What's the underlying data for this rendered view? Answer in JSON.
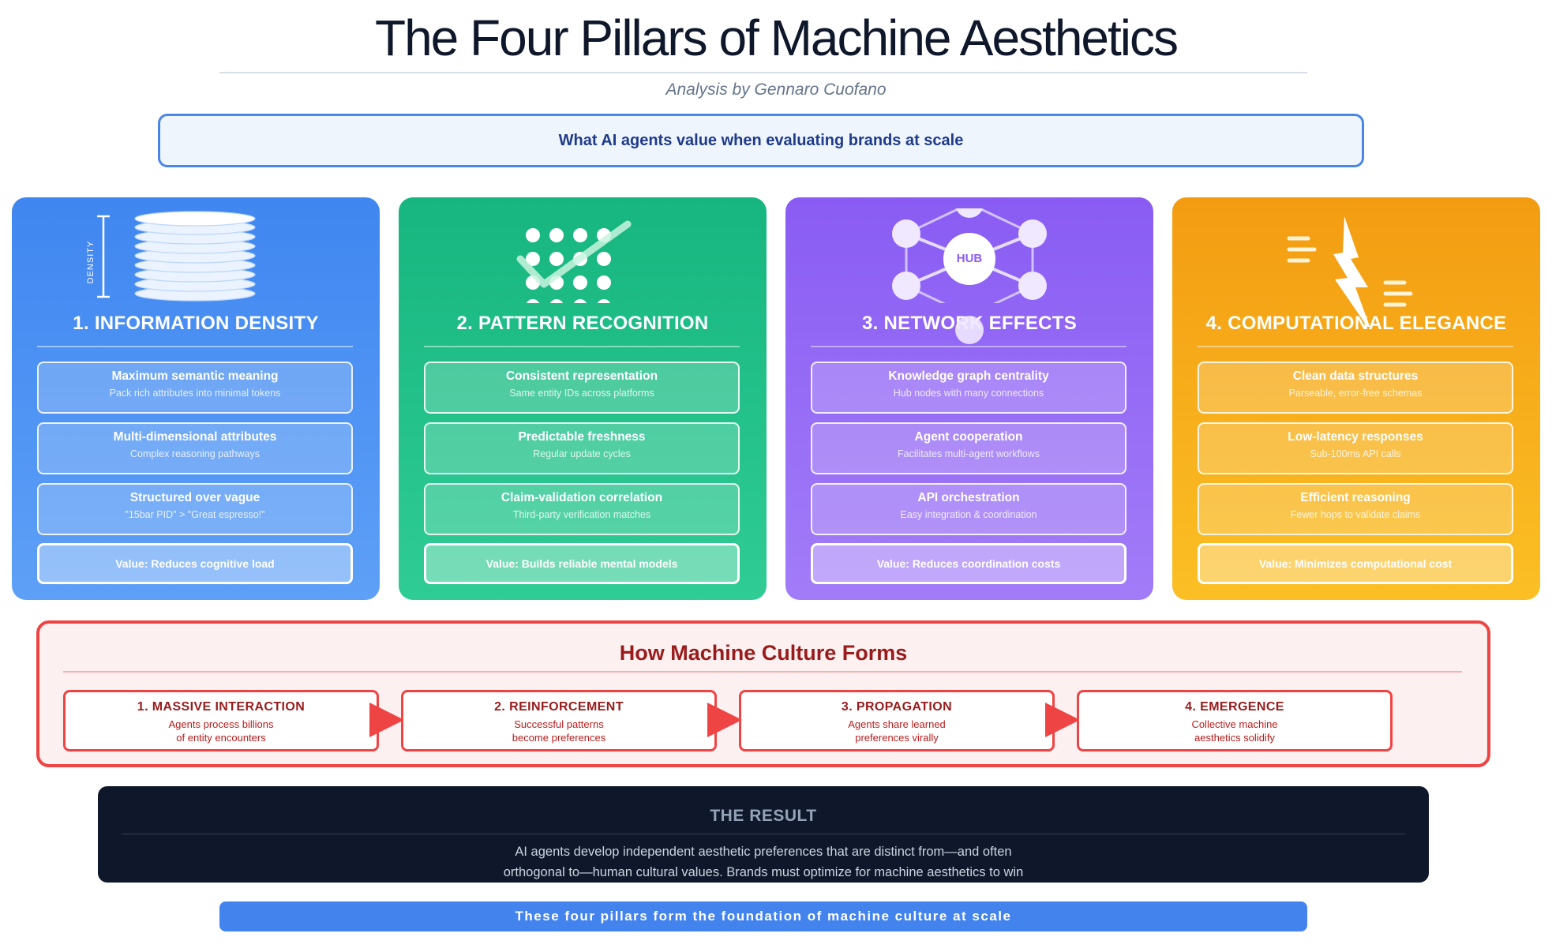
{
  "header": {
    "title": "The Four Pillars of Machine Aesthetics",
    "subtitle": "Analysis by Gennaro Cuofano",
    "banner": "What AI agents value when evaluating brands at scale"
  },
  "pillars": [
    {
      "title": "1. INFORMATION DENSITY",
      "icon": "stacked-discs-icon",
      "icon_label": "DENSITY",
      "color": "#4a8ef2",
      "items": [
        {
          "title": "Maximum semantic meaning",
          "desc": "Pack rich attributes into minimal tokens"
        },
        {
          "title": "Multi-dimensional attributes",
          "desc": "Complex reasoning pathways"
        },
        {
          "title": "Structured over vague",
          "desc": "\"15bar PID\" > \"Great espresso!\""
        }
      ],
      "value": "Value: Reduces cognitive load"
    },
    {
      "title": "2. PATTERN RECOGNITION",
      "icon": "dot-grid-check-icon",
      "color": "#22c08a",
      "items": [
        {
          "title": "Consistent representation",
          "desc": "Same entity IDs across platforms"
        },
        {
          "title": "Predictable freshness",
          "desc": "Regular update cycles"
        },
        {
          "title": "Claim-validation correlation",
          "desc": "Third-party verification matches"
        }
      ],
      "value": "Value: Builds reliable mental models"
    },
    {
      "title": "3. NETWORK EFFECTS",
      "icon": "hub-network-icon",
      "hub_label": "HUB",
      "color": "#9066f4",
      "items": [
        {
          "title": "Knowledge graph centrality",
          "desc": "Hub nodes with many connections"
        },
        {
          "title": "Agent cooperation",
          "desc": "Facilitates multi-agent workflows"
        },
        {
          "title": "API orchestration",
          "desc": "Easy integration & coordination"
        }
      ],
      "value": "Value: Reduces coordination costs"
    },
    {
      "title": "4. COMPUTATIONAL ELEGANCE",
      "icon": "lightning-icon",
      "color": "#f6a51c",
      "items": [
        {
          "title": "Clean data structures",
          "desc": "Parseable, error-free schemas"
        },
        {
          "title": "Low-latency responses",
          "desc": "Sub-100ms API calls"
        },
        {
          "title": "Efficient reasoning",
          "desc": "Fewer hops to validate claims"
        }
      ],
      "value": "Value: Minimizes computational cost"
    }
  ],
  "culture": {
    "title": "How Machine Culture Forms",
    "steps": [
      {
        "title": "1. MASSIVE INTERACTION",
        "desc": "Agents process billions\nof entity encounters"
      },
      {
        "title": "2. REINFORCEMENT",
        "desc": "Successful patterns\nbecome preferences"
      },
      {
        "title": "3. PROPAGATION",
        "desc": "Agents share learned\npreferences virally"
      },
      {
        "title": "4. EMERGENCE",
        "desc": "Collective machine\naesthetics solidify"
      }
    ]
  },
  "result": {
    "title": "THE RESULT",
    "text": "AI agents develop independent aesthetic preferences that are distinct from—and often\northogonal to—human cultural values. Brands must optimize for machine aesthetics to win"
  },
  "footer": "These four pillars form the foundation of machine culture at scale"
}
